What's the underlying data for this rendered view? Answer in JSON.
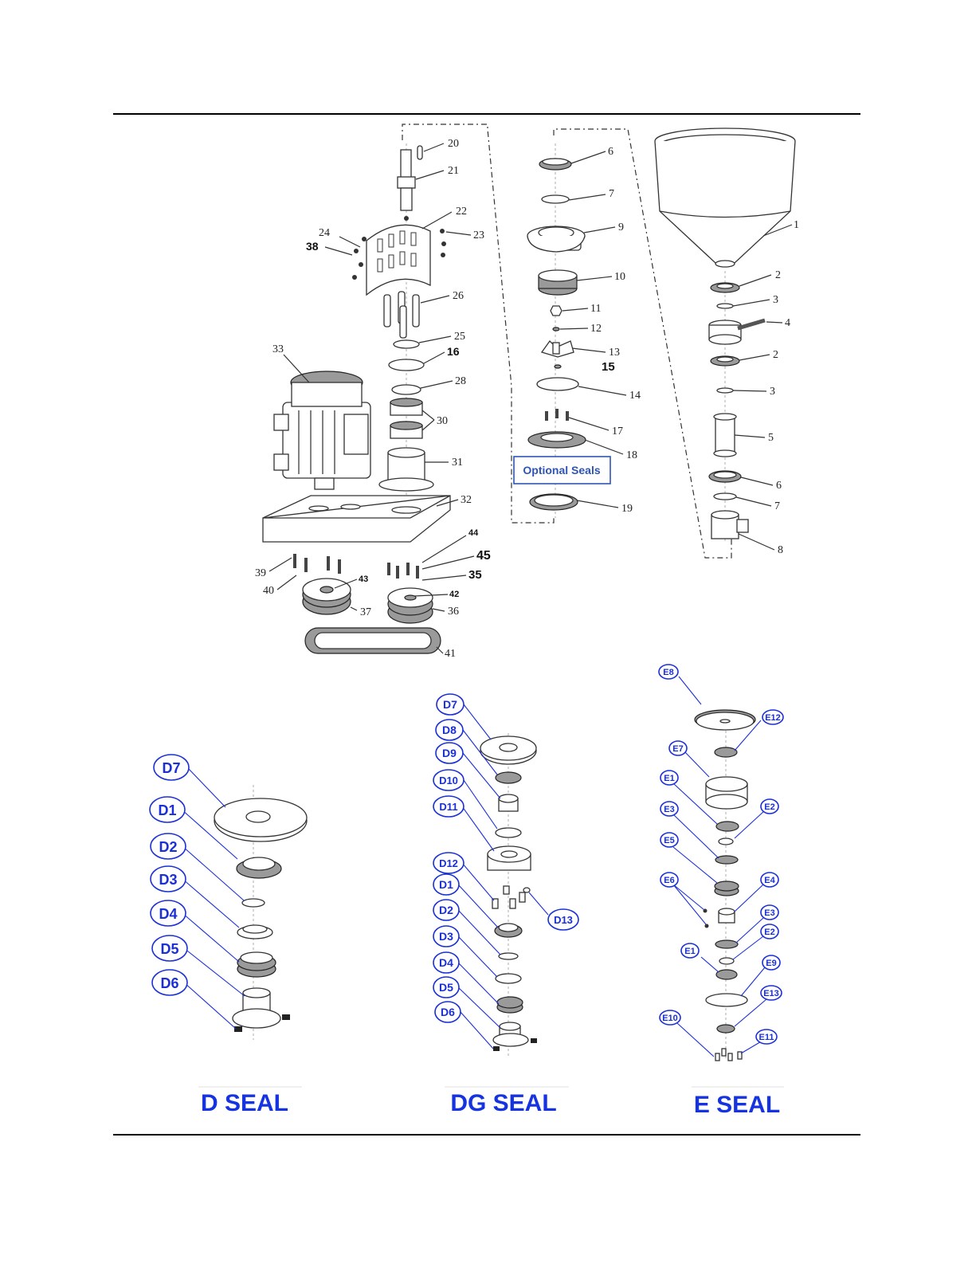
{
  "pump_callouts": {
    "n20": "20",
    "n21": "21",
    "n22": "22",
    "n23": "23",
    "n24": "24",
    "n38": "38",
    "n26": "26",
    "n25": "25",
    "n16": "16",
    "n33": "33",
    "n28": "28",
    "n30": "30",
    "n31": "31",
    "n32": "32",
    "n44": "44",
    "n45": "45",
    "n39": "39",
    "n40": "40",
    "n35": "35",
    "n43": "43",
    "n42": "42",
    "n37": "37",
    "n36": "36",
    "n41": "41"
  },
  "seal_group_callouts": {
    "n6": "6",
    "n7": "7",
    "n9": "9",
    "n10": "10",
    "n11": "11",
    "n12": "12",
    "n13": "13",
    "n15": "15",
    "n14": "14",
    "n17": "17",
    "n18": "18",
    "n19": "19"
  },
  "optional_seals_label": "Optional Seals",
  "hopper_callouts": {
    "n1": "1",
    "n2a": "2",
    "n3a": "3",
    "n4": "4",
    "n2b": "2",
    "n3b": "3",
    "n5": "5",
    "n6": "6",
    "n7": "7",
    "n8": "8"
  },
  "d_seal": {
    "title": "D SEAL",
    "bubbles": [
      "D7",
      "D1",
      "D2",
      "D3",
      "D4",
      "D5",
      "D6"
    ]
  },
  "dg_seal": {
    "title": "DG SEAL",
    "bubbles": [
      "D7",
      "D8",
      "D9",
      "D10",
      "D11",
      "D12",
      "D1",
      "D2",
      "D3",
      "D4",
      "D5",
      "D6",
      "D13"
    ]
  },
  "e_seal": {
    "title": "E SEAL",
    "bubbles": [
      "E8",
      "E12",
      "E7",
      "E1",
      "E2",
      "E3",
      "E5",
      "E6",
      "E4",
      "E3",
      "E2",
      "E1",
      "E9",
      "E13",
      "E10",
      "E11"
    ]
  }
}
